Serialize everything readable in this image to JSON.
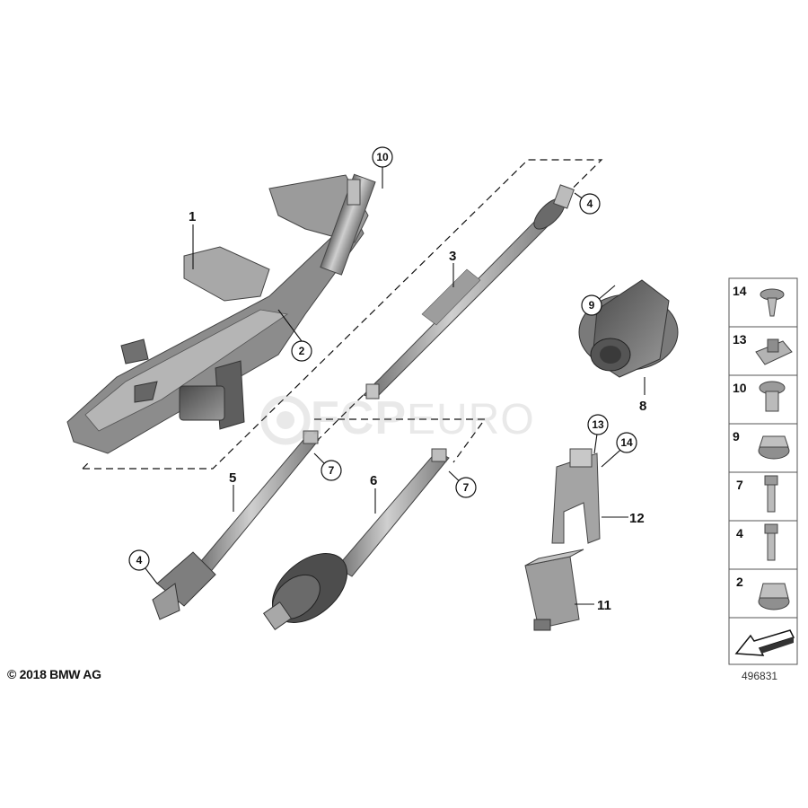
{
  "callouts": {
    "c1": "1",
    "c2": "2",
    "c3": "3",
    "c4a": "4",
    "c4b": "4",
    "c5": "5",
    "c6": "6",
    "c7a": "7",
    "c7b": "7",
    "c8": "8",
    "c9": "9",
    "c10": "10",
    "c11": "11",
    "c12": "12",
    "c13": "13",
    "c14": "14"
  },
  "legend": [
    {
      "num": "14",
      "icon": "screw-washer-icon"
    },
    {
      "num": "13",
      "icon": "clip-nut-icon"
    },
    {
      "num": "10",
      "icon": "flange-bolt-icon"
    },
    {
      "num": "9",
      "icon": "flange-nut-icon"
    },
    {
      "num": "7",
      "icon": "bolt-icon"
    },
    {
      "num": "4",
      "icon": "bolt-icon"
    },
    {
      "num": "2",
      "icon": "hex-nut-icon"
    }
  ],
  "copyright": "© 2018 BMW AG",
  "diagram_number": "496831",
  "watermark": {
    "main": "FCP",
    "sub": "EURO"
  }
}
